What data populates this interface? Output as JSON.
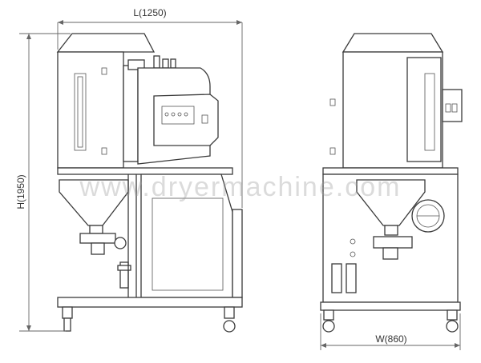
{
  "dimensions": {
    "length_label": "L(1250)",
    "height_label": "H(1950)",
    "width_label": "W(860)"
  },
  "watermark": "www.dryermachine.com",
  "views": [
    "side-view",
    "front-view"
  ]
}
